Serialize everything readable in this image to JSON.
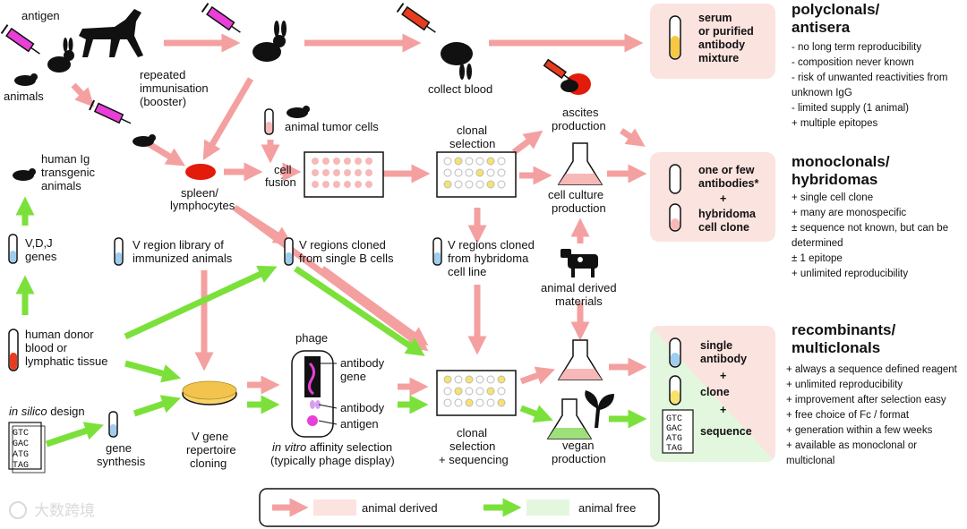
{
  "colors": {
    "animal_derived": "#f4a0a0",
    "animal_free": "#7be13a",
    "pink_bg": "#fbe3df",
    "green_bg": "#e3f7de"
  },
  "labels": {
    "antigen": "antigen",
    "animals": "animals",
    "repeated_immunisation": [
      "repeated",
      "immunisation",
      "(booster)"
    ],
    "collect_blood": "collect blood",
    "human_ig": [
      "human Ig",
      "transgenic",
      "animals"
    ],
    "animal_tumor_cells": "animal tumor cells",
    "cell_fusion": [
      "cell",
      "fusion"
    ],
    "spleen": [
      "spleen/",
      "lymphocytes"
    ],
    "clonal_selection_top": [
      "clonal",
      "selection"
    ],
    "ascites": [
      "ascites",
      "production"
    ],
    "cell_culture": [
      "cell culture",
      "production"
    ],
    "vdj": [
      "V,D,J",
      "genes"
    ],
    "v_region_library": [
      "V region library of",
      "immunized animals"
    ],
    "v_regions_single": [
      "V regions cloned",
      "from single B cells"
    ],
    "v_regions_hybridoma": [
      "V regions cloned",
      "from hybridoma",
      "cell line"
    ],
    "animal_derived_materials": [
      "animal derived",
      "materials"
    ],
    "human_donor": [
      "human donor",
      "blood or",
      "lymphatic tissue"
    ],
    "phage": "phage",
    "antibody_gene": [
      "antibody",
      "gene"
    ],
    "antibody": "antibody",
    "antigen2": "antigen",
    "in_silico_italic": "in silico",
    "in_silico_rest": " design",
    "codons": [
      "GTC",
      "GAC",
      "ATG",
      "TAG"
    ],
    "gene_synthesis": [
      "gene",
      "synthesis"
    ],
    "v_gene_cloning": [
      "V gene",
      "repertoire",
      "cloning"
    ],
    "in_vitro_italic": "in vitro",
    "in_vitro_rest": " affinity selection",
    "phage_display": "(typically phage display)",
    "clonal_sequencing": [
      "clonal",
      "selection",
      "+ sequencing"
    ],
    "vegan": [
      "vegan",
      "production"
    ]
  },
  "panels": {
    "polyclonal": {
      "box": [
        "serum",
        "or purified",
        "antibody",
        "mixture"
      ],
      "heading": [
        "polyclonals/",
        "antisera"
      ],
      "bullets": [
        "- no long term reproducibility",
        "- composition never known",
        "- risk of unwanted reactivities from",
        "  unknown IgG",
        "- limited supply (1 animal)",
        "+ multiple epitopes"
      ]
    },
    "monoclonal": {
      "box": [
        "one or few",
        "antibodies*",
        "+",
        "hybridoma",
        "cell clone"
      ],
      "heading": [
        "monoclonals/",
        "hybridomas"
      ],
      "bullets": [
        "+ single cell clone",
        "+ many are monospecific",
        "± sequence not known, but can be",
        "  determined",
        "± 1 epitope",
        "+ unlimited reproducibility"
      ]
    },
    "recombinant": {
      "box": [
        "single",
        "antibody",
        "+",
        "clone",
        "+",
        "sequence"
      ],
      "heading": [
        "recombinants/",
        "multiclonals"
      ],
      "bullets": [
        "+ always a sequence defined reagent",
        "+ unlimited reproducibility",
        "+ improvement after selection easy",
        "+ free choice of Fc / format",
        "+ generation within a few weeks",
        "+ available as monoclonal or",
        "  multiclonal"
      ]
    }
  },
  "legend": {
    "animal_derived": "animal derived",
    "animal_free": "animal free"
  },
  "watermark": "大数跨境"
}
